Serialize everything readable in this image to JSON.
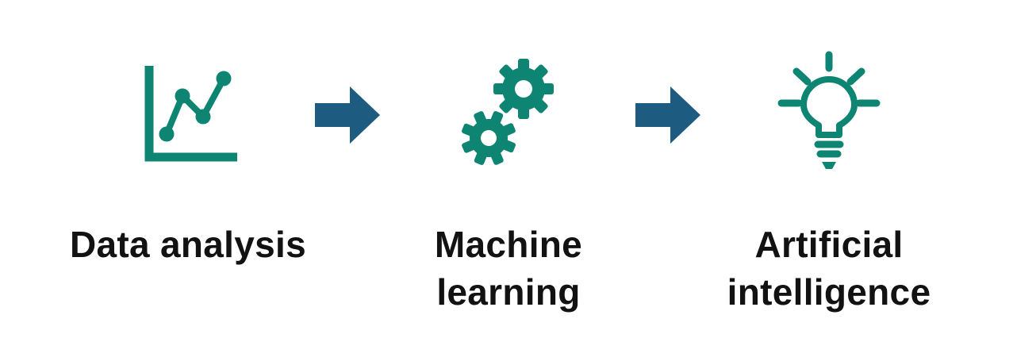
{
  "colors": {
    "icon_teal": "#0e8472",
    "arrow_blue": "#1d5c80",
    "text_color": "#121212",
    "background": "#ffffff"
  },
  "stages": [
    {
      "label": "Data analysis",
      "lines": [
        "Data analysis"
      ],
      "icon": "line-chart-icon"
    },
    {
      "label": "Machine learning",
      "lines": [
        "Machine",
        "learning"
      ],
      "icon": "gears-icon"
    },
    {
      "label": "Artificial intelligence",
      "lines": [
        "Artificial",
        "intelligence"
      ],
      "icon": "lightbulb-icon"
    }
  ],
  "arrows": [
    {
      "name": "arrow-right",
      "direction": "right"
    },
    {
      "name": "arrow-right",
      "direction": "right"
    }
  ]
}
